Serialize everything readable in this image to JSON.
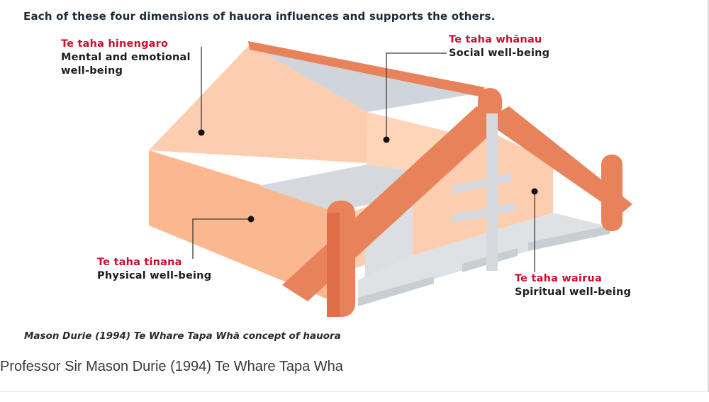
{
  "diagram": {
    "heading": "Each of these four dimensions of hauora influences and supports the others.",
    "dimensions": {
      "hinengaro": {
        "maori": "Te taha hinengaro",
        "english_line1": "Mental and emotional",
        "english_line2": "well-being"
      },
      "whanau": {
        "maori": "Te taha whānau",
        "english": "Social well-being"
      },
      "tinana": {
        "maori": "Te taha tinana",
        "english": "Physical well-being"
      },
      "wairua": {
        "maori": "Te taha wairua",
        "english": "Spiritual well-being"
      }
    },
    "source": "Mason Durie (1994) Te Whare Tapa Whā concept of hauora",
    "colors": {
      "wall_light": "#fccdae",
      "wall_mid": "#fbb88e",
      "frame": "#e8825a",
      "floor": "#dcdfe2",
      "label_red": "#c8102e"
    }
  },
  "caption": "Professor Sir Mason Durie (1994) Te Whare Tapa Wha"
}
